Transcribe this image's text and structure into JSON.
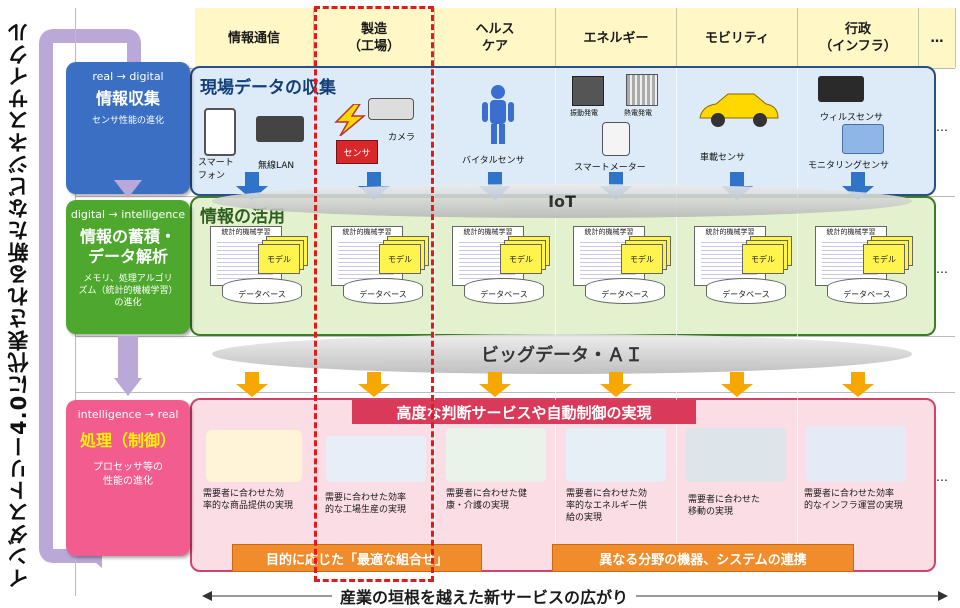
{
  "side_title": "インダストリー4.0に代表される新たなビジネスサイクル",
  "columns": [
    {
      "label": "情報通信"
    },
    {
      "label": "製造\n（工場）"
    },
    {
      "label": "ヘルス\nケア"
    },
    {
      "label": "エネルギー"
    },
    {
      "label": "モビリティ"
    },
    {
      "label": "行政\n（インフラ）"
    },
    {
      "label": "…"
    }
  ],
  "left_boxes": {
    "collect": {
      "phase": "real → digital",
      "title": "情報収集",
      "desc": "センサ性能の進化"
    },
    "analyze": {
      "phase": "digital → intelligence",
      "title": "情報の蓄積・\nデータ解析",
      "desc": "メモリ、処理アルゴリ\nズム（統計的機械学習）\nの進化"
    },
    "process": {
      "phase": "intelligence → real",
      "title": "処理（制御）",
      "desc": "プロセッサ等の\n性能の進化"
    }
  },
  "bands": {
    "collect_title": "現場データの収集",
    "use_title": "情報の活用",
    "iot": "IoT",
    "bigdata": "ビッグデータ・ＡＩ",
    "realize": "高度な判断サービスや自動制御の実現"
  },
  "sensors": {
    "phone": "スマート\nフォン",
    "lan": "無線LAN",
    "sensor_box": "センサ",
    "camera": "カメラ",
    "vital": "バイタルセンサ",
    "vib": "振動発電",
    "heat": "熱電発電",
    "meter": "スマートメーター",
    "car": "車載センサ",
    "virus": "ウィルスセンサ",
    "monitor": "モニタリングセンサ"
  },
  "model_box": {
    "ml": "統計的機械学習",
    "model": "モデル",
    "db": "データベース"
  },
  "services": [
    "需要者に合わせた効\n率的な商品提供の実現",
    "需要に合わせた効率\n的な工場生産の実現",
    "需要者に合わせた健\n康・介護の実現",
    "需要者に合わせた効\n率的なエネルギー供\n給の実現",
    "需要者に合わせた\n移動の実現",
    "需要者に合わせた効率\n的なインフラ運営の実現"
  ],
  "bottom": {
    "left": "目的に応じた「最適な組合せ」",
    "right": "異なる分野の機器、システムの連携",
    "caption": "産業の垣根を越えた新サービスの広がり",
    "ellipsis": "…"
  }
}
